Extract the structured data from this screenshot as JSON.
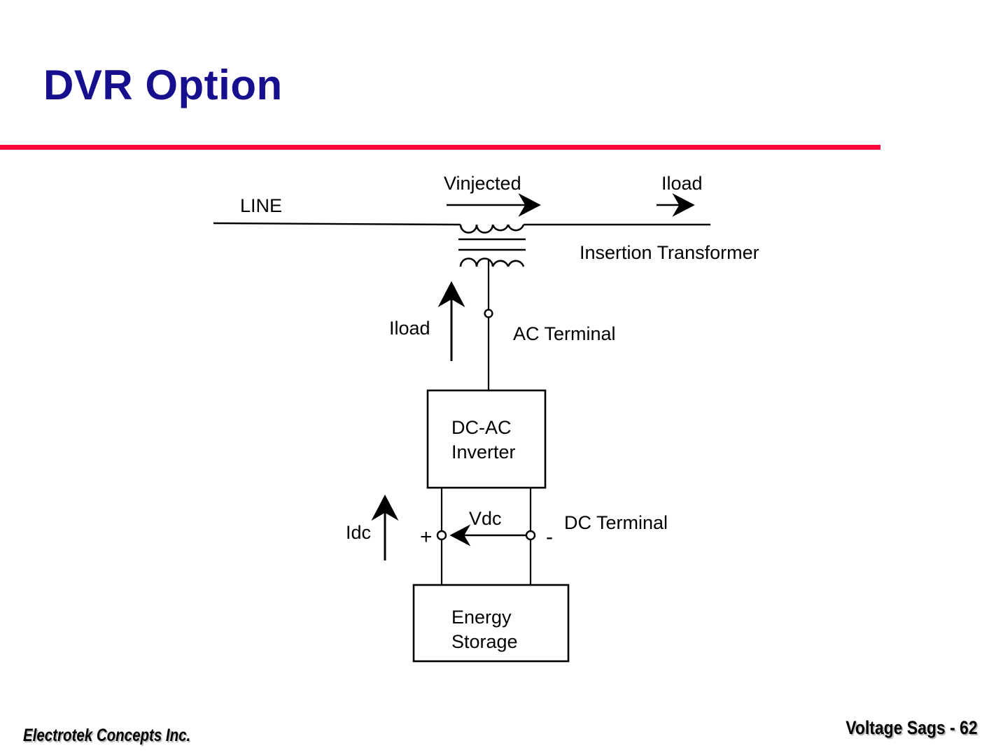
{
  "slide": {
    "title": "DVR Option",
    "title_color": "#16108e",
    "rule_color": "#fa0a3c",
    "background_color": "#ffffff"
  },
  "diagram": {
    "type": "single-line-schematic",
    "name": "Dynamic Voltage Restorer (DVR) one-line diagram",
    "labels": {
      "line": "LINE",
      "v_injected": "Vinjected",
      "i_load_line": "Iload",
      "insertion_transformer": "Insertion Transformer",
      "i_load_secondary": "Iload",
      "ac_terminal": "AC Terminal",
      "inverter_line1": "DC-AC",
      "inverter_line2": "Inverter",
      "i_dc": "Idc",
      "v_dc": "Vdc",
      "dc_terminal": "DC Terminal",
      "polarity_positive": "+",
      "polarity_negative": "-",
      "storage_line1": "Energy",
      "storage_line2": "Storage"
    },
    "blocks": [
      {
        "id": "inverter",
        "label": "DC-AC Inverter"
      },
      {
        "id": "energy-storage",
        "label": "Energy Storage"
      }
    ],
    "arrows": [
      {
        "id": "v-injected-arrow",
        "label": "Vinjected",
        "direction": "right"
      },
      {
        "id": "i-load-line-arrow",
        "label": "Iload",
        "direction": "right"
      },
      {
        "id": "i-load-secondary-arrow",
        "label": "Iload",
        "direction": "up"
      },
      {
        "id": "i-dc-arrow",
        "label": "Idc",
        "direction": "up"
      },
      {
        "id": "v-dc-arrow",
        "label": "Vdc",
        "direction": "left"
      }
    ],
    "stroke_color": "#000000"
  },
  "footer": {
    "company": "Electrotek Concepts Inc.",
    "deck": "Voltage Sags - 62"
  }
}
